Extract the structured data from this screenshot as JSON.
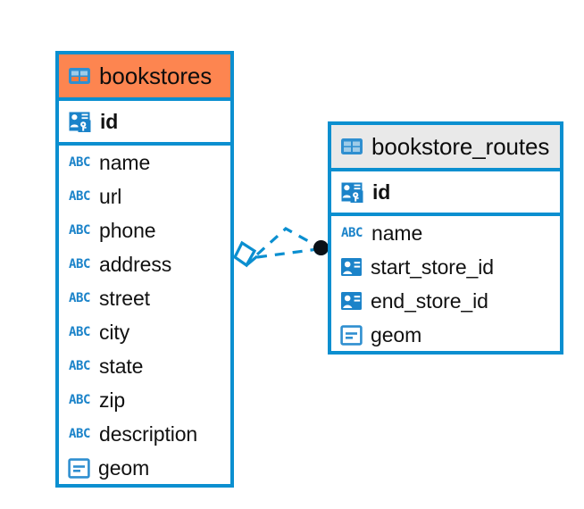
{
  "diagram": {
    "type": "entity-relationship-diagram",
    "background_color": "#ffffff",
    "accent_color": "#0b8fd0",
    "highlight_color": "#fd8550",
    "neutral_header_color": "#e9e9e9"
  },
  "entities": [
    {
      "name": "bookstores",
      "header_style": "orange",
      "table_icon": "table-icon",
      "primary_key": {
        "label": "id",
        "icon": "primary-key-icon"
      },
      "fields": [
        {
          "label": "name",
          "icon": "abc-text-icon",
          "type": "text"
        },
        {
          "label": "url",
          "icon": "abc-text-icon",
          "type": "text"
        },
        {
          "label": "phone",
          "icon": "abc-text-icon",
          "type": "text"
        },
        {
          "label": "address",
          "icon": "abc-text-icon",
          "type": "text"
        },
        {
          "label": "street",
          "icon": "abc-text-icon",
          "type": "text"
        },
        {
          "label": "city",
          "icon": "abc-text-icon",
          "type": "text"
        },
        {
          "label": "state",
          "icon": "abc-text-icon",
          "type": "text"
        },
        {
          "label": "zip",
          "icon": "abc-text-icon",
          "type": "text"
        },
        {
          "label": "description",
          "icon": "abc-text-icon",
          "type": "text"
        },
        {
          "label": "geom",
          "icon": "geometry-icon",
          "type": "geometry"
        }
      ]
    },
    {
      "name": "bookstore_routes",
      "header_style": "grey",
      "table_icon": "table-icon",
      "primary_key": {
        "label": "id",
        "icon": "primary-key-icon"
      },
      "fields": [
        {
          "label": "name",
          "icon": "abc-text-icon",
          "type": "text"
        },
        {
          "label": "start_store_id",
          "icon": "foreign-key-icon",
          "type": "reference"
        },
        {
          "label": "end_store_id",
          "icon": "foreign-key-icon",
          "type": "reference"
        },
        {
          "label": "geom",
          "icon": "geometry-icon",
          "type": "geometry"
        }
      ]
    }
  ],
  "relationship": {
    "style": "dashed",
    "color": "#0b8fd0",
    "source_marker": "diamond-marker",
    "target_marker": "filled-circle-marker",
    "target_marker_color": "#0b0f14"
  }
}
